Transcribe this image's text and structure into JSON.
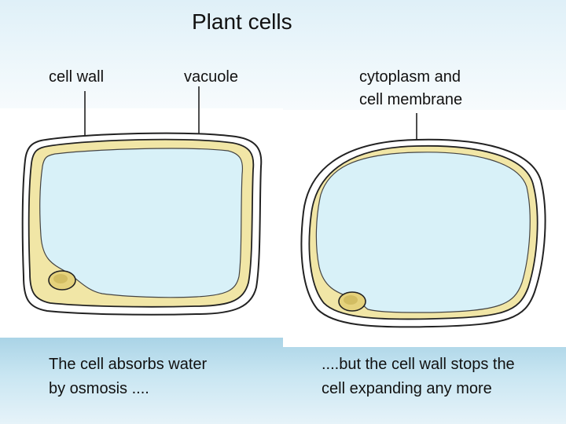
{
  "title": "Plant cells",
  "labels": {
    "cell_wall": "cell wall",
    "vacuole": "vacuole",
    "cytoplasm_line1": "cytoplasm and",
    "cytoplasm_line2": "cell membrane"
  },
  "captions": {
    "left_line1": "The cell absorbs water",
    "left_line2": "by osmosis ....",
    "right_line1": "....but the cell wall stops the",
    "right_line2": "cell expanding any more"
  },
  "colors": {
    "vacuole": "#d8f1f8",
    "cytoplasm": "#f1e6a6",
    "nucleus": "#e5d27c",
    "outline": "#222222",
    "caption_band": "#a9d3e6"
  }
}
